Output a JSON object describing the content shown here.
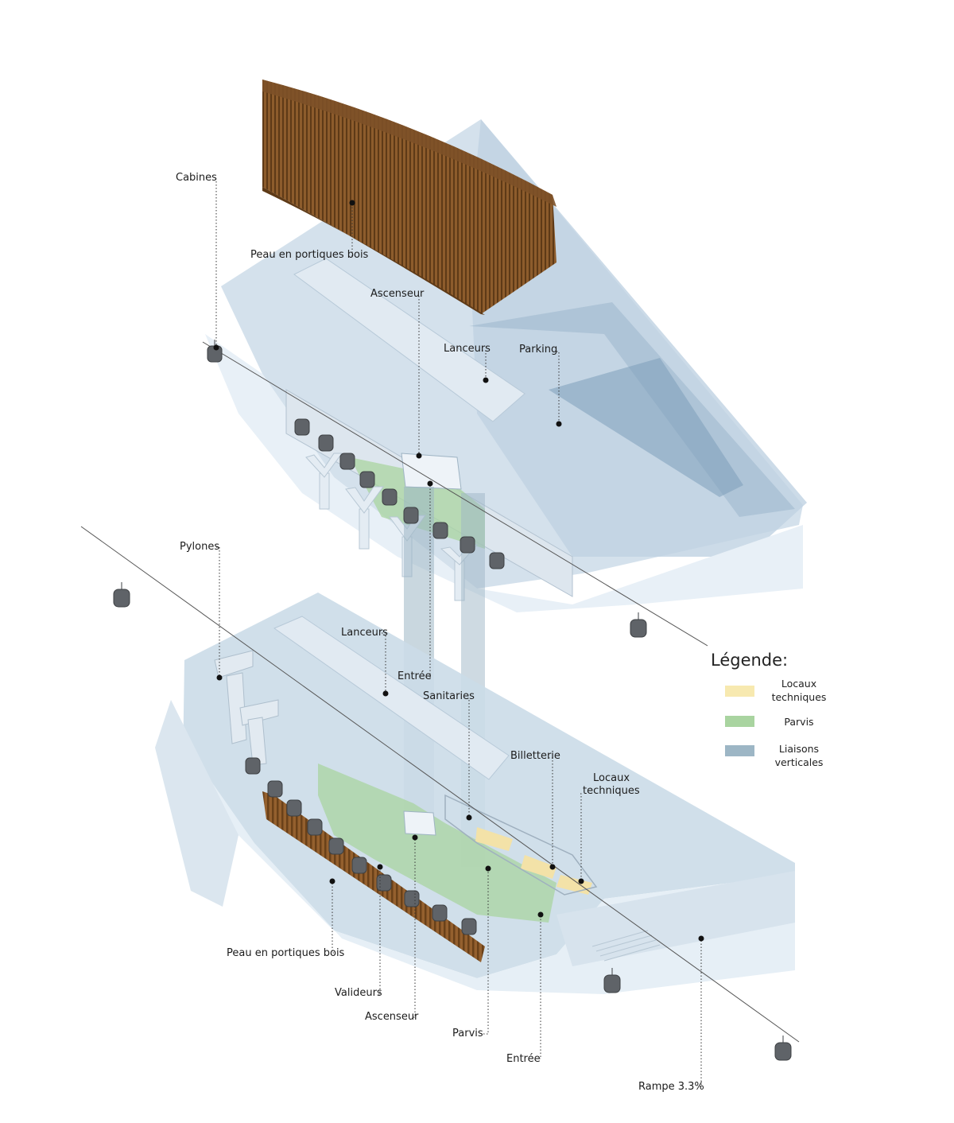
{
  "labels": {
    "cabines": "Cabines",
    "peau_top": "Peau en portiques bois",
    "ascenseur_top": "Ascenseur",
    "lanceurs_top": "Lanceurs",
    "parking": "Parking",
    "pylones": "Pylones",
    "lanceurs_bottom": "Lanceurs",
    "entree_top": "Entrée",
    "sanitaries": "Sanitaries",
    "billetterie": "Billetterie",
    "locaux_techniques_line1": "Locaux",
    "locaux_techniques_line2": "techniques",
    "peau_bottom": "Peau en portiques bois",
    "valideurs": "Valideurs",
    "ascenseur_bottom": "Ascenseur",
    "parvis": "Parvis",
    "entree_bottom": "Entrée",
    "rampe": "Rampe 3.3%"
  },
  "legend": {
    "title": "Légende:",
    "items": [
      {
        "line1": "Locaux",
        "line2": "techniques",
        "color": "#f7e9b0"
      },
      {
        "line1": "Parvis",
        "line2": "",
        "color": "#a9d4a0"
      },
      {
        "line1": "Liaisons",
        "line2": "verticales",
        "color": "#9db6c5"
      }
    ]
  },
  "colors": {
    "volume": "#c9d9e6",
    "volume_dark": "#a9c0d2",
    "wood": "#8a5a2e",
    "green": "#a9d4a0",
    "yellow": "#f3e2a8",
    "vertical_link": "#9db6c5",
    "cabin": "#6b6f74"
  }
}
